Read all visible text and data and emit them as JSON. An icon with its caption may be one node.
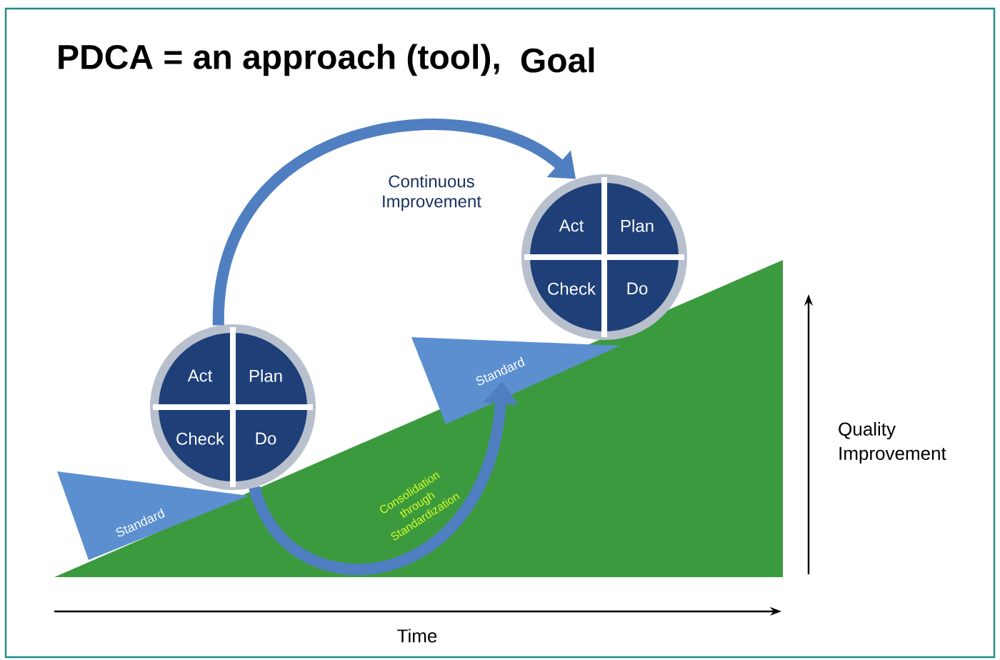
{
  "diagram": {
    "title": "PDCA = an approach (tool),",
    "nodes": [
      {
        "text": [],
        "shape": "circle"
      },
      {
        "text": [
          "Act"
        ],
        "in": 0
      },
      {
        "text": [
          "Plan"
        ],
        "in": 0
      },
      {
        "text": [
          "Check"
        ],
        "in": 0
      },
      {
        "text": [
          "Do"
        ],
        "in": 0
      },
      {
        "text": [],
        "shape": "circle"
      },
      {
        "text": [
          "Act"
        ],
        "in": 5
      },
      {
        "text": [
          "Plan"
        ],
        "in": 5
      },
      {
        "text": [
          "Check"
        ],
        "in": 5
      },
      {
        "text": [
          "Do"
        ],
        "in": 5
      },
      {
        "text": [
          "Standard"
        ]
      },
      {
        "text": [
          "Standard"
        ]
      }
    ],
    "edges": [
      {
        "from": 0,
        "to": 5,
        "arrow": "to",
        "label": "Continuous Improvement"
      },
      {
        "from": 0,
        "to": 11,
        "arrow": "to",
        "label": "Consolidation through Standardization"
      }
    ],
    "labels": [
      "Goal",
      "Quality Improvement",
      "Time"
    ]
  }
}
